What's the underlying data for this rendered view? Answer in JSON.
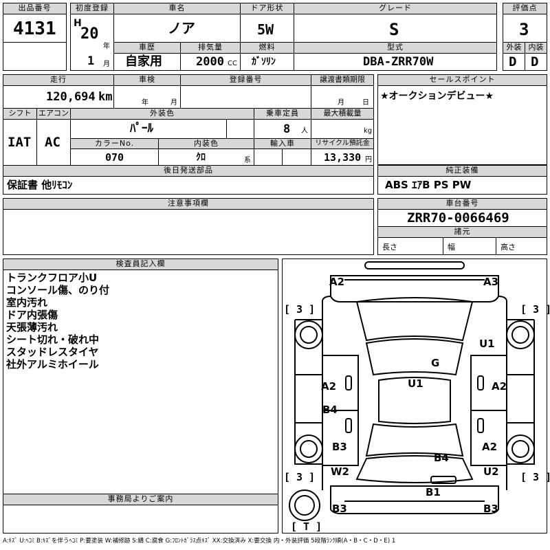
{
  "headers": {
    "lot_no": "出品番号",
    "first_reg": "初度登録",
    "car_name": "車名",
    "door": "ドア形状",
    "grade": "グレード",
    "score": "評価点",
    "history": "車歴",
    "displacement": "排気量",
    "fuel": "燃料",
    "model": "型式",
    "exterior": "外装",
    "interior": "内装",
    "mileage": "走行",
    "inspection": "車検",
    "reg_no": "登録番号",
    "transfer": "譲渡書類期限",
    "sales_point": "セールスポイント",
    "shift": "シフト",
    "aircon": "エアコン",
    "ext_color": "外装色",
    "capacity": "乗車定員",
    "max_load": "最大積載量",
    "color_no": "カラーNo.",
    "int_color": "内装色",
    "import": "輸入車",
    "recycle": "リサイクル預託金",
    "later_parts": "後日発送部品",
    "genuine": "純正装備",
    "notes": "注意事項欄",
    "chassis": "車台番号",
    "specs": "諸元",
    "inspector": "検査員記入欄",
    "office": "事務局よりご案内"
  },
  "vehicle": {
    "lot_no": "4131",
    "era": "H",
    "year": "20",
    "year_unit": "年",
    "month": "1",
    "month_unit": "月",
    "name": "ノア",
    "door": "5W",
    "grade": "S",
    "score": "3",
    "history": "自家用",
    "displacement": "2000",
    "cc": "CC",
    "fuel": "ｶﾞｿﾘﾝ",
    "model": "DBA-ZRR70W",
    "exterior": "D",
    "interior": "D",
    "mileage": "120,694",
    "km": "km",
    "insp_year": "年",
    "insp_month": "月",
    "trans_month": "月",
    "trans_day": "日",
    "sales_point": "★オークションデビュー★",
    "shift": "IAT",
    "aircon": "AC",
    "ext_color": "ﾊﾟｰﾙ",
    "capacity": "8",
    "people": "人",
    "kg": "kg",
    "color_no": "070",
    "int_color": "ｸﾛ",
    "kei": "系",
    "recycle": "13,330",
    "yen": "円",
    "later_parts": "保証書 他ﾘﾓｺﾝ",
    "genuine": "ABS ｴｱB PS PW",
    "chassis": "ZRR70-0066469",
    "length": "長さ",
    "width": "幅",
    "height": "高さ"
  },
  "remarks": [
    "トランクフロア小U",
    "コンソール傷、のり付",
    "室内汚れ",
    "ドア内張傷",
    "天張薄汚れ",
    "シート切れ・破れ中",
    "スタッドレスタイヤ",
    "社外アルミホイール"
  ],
  "diagram": {
    "labels": [
      "A2",
      "A3",
      "U1",
      "G",
      "U1",
      "A2",
      "A2",
      "B4",
      "B3",
      "B4",
      "A2",
      "W2",
      "U2",
      "B1",
      "B3",
      "B3"
    ],
    "brackets": [
      "[ 3 ]",
      "[ 3 ]",
      "[ 3 ]",
      "[ 3 ]",
      "[ T ]"
    ]
  },
  "legend": "A:ｷｽﾞ U:ﾍｺﾐ B:ｷｽﾞを伴うﾍｺﾐ P:要塗装 W:補修跡 S:錆 C:腐食 G:ﾌﾛﾝﾄｶﾞﾗｽ点ｷｽﾞ XX:交換済み X:要交換 内・外装評価 5段階ﾗﾝｸ順(A・B・C・D・E) 1"
}
